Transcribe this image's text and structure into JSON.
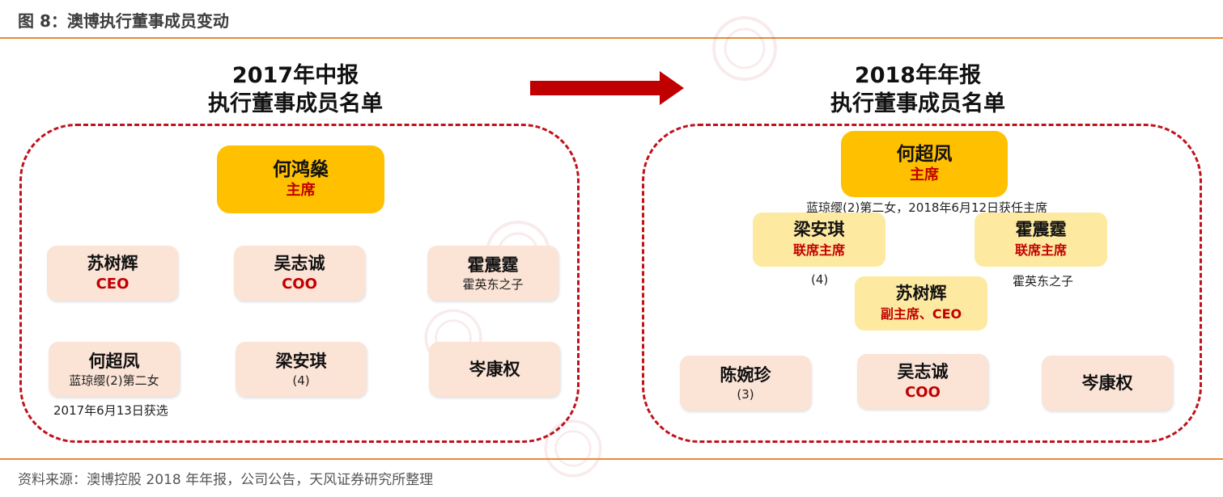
{
  "figure": {
    "title": "图 8：澳博执行董事成员变动",
    "source": "资料来源：澳博控股 2018 年年报，公司公告，天风证券研究所整理"
  },
  "left_panel": {
    "title_line1": "2017年中报",
    "title_line2": "执行董事成员名单",
    "chair": {
      "name": "何鸿燊",
      "role": "主席"
    },
    "members": [
      {
        "name": "苏树辉",
        "role": "CEO"
      },
      {
        "name": "吴志诚",
        "role": "COO"
      },
      {
        "name": "霍震霆",
        "note": "霍英东之子"
      },
      {
        "name": "何超凤",
        "note": "蓝琼缨(2)第二女"
      },
      {
        "name": "梁安琪",
        "note": "(4)"
      },
      {
        "name": "岑康权"
      }
    ],
    "caption": "2017年6月13日获选"
  },
  "right_panel": {
    "title_line1": "2018年年报",
    "title_line2": "执行董事成员名单",
    "chair": {
      "name": "何超凤",
      "role": "主席"
    },
    "chair_caption": "蓝琼缨(2)第二女，2018年6月12日获任主席",
    "vice_chairs": [
      {
        "name": "梁安琪",
        "role": "联席主席",
        "caption": "(4)"
      },
      {
        "name": "霍震霆",
        "role": "联席主席",
        "caption": "霍英东之子"
      }
    ],
    "deputy": {
      "name": "苏树辉",
      "role": "副主席、CEO"
    },
    "members": [
      {
        "name": "陈婉珍",
        "note": "(3)"
      },
      {
        "name": "吴志诚",
        "role": "COO"
      },
      {
        "name": "岑康权"
      }
    ]
  },
  "colors": {
    "accent_line": "#e88a3a",
    "dashed_frame": "#c0121c",
    "arrow": "#c00000",
    "chair_fill": "#ffc000",
    "vice_fill": "#fde9a0",
    "member_fill": "#fbe3d6",
    "role_text": "#c00000"
  },
  "icons": [
    "right-arrow-icon"
  ]
}
